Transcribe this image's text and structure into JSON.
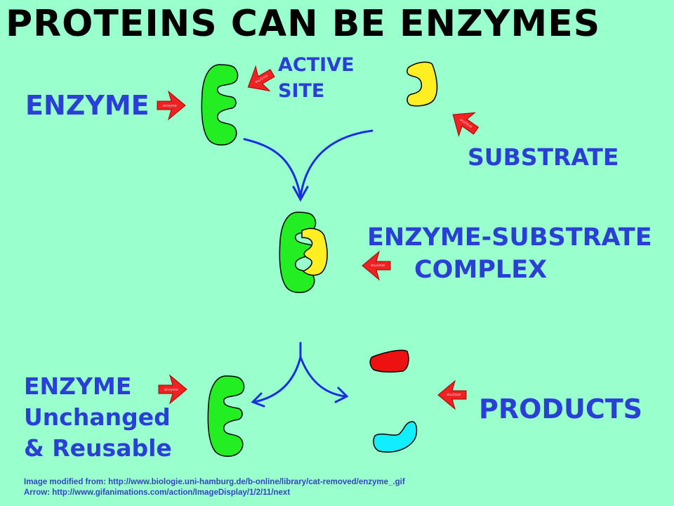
{
  "title": "PROTEINS CAN BE ENZYMES",
  "labels": {
    "enzyme": "ENZYME",
    "active_site_line1": "ACTIVE",
    "active_site_line2": "SITE",
    "substrate": "SUBSTRATE",
    "complex_line1": "ENZYME-SUBSTRATE",
    "complex_line2": "COMPLEX",
    "unchanged_line1": "ENZYME",
    "unchanged_line2": "Unchanged",
    "unchanged_line3": "& Reusable",
    "products": "PRODUCTS"
  },
  "credits": {
    "image": "Image modified from: http://www.biologie.uni-hamburg.de/b-online/library/cat-removed/enzyme_.gif",
    "arrow": "Arrow: http://www.gifanimations.com/action/ImageDisplay/1/2/11/next"
  },
  "colors": {
    "background": "#99ffcc",
    "label": "#2a3fd8",
    "enzyme": "#22ee22",
    "substrate": "#ffee22",
    "product_red": "#ee1111",
    "product_cyan": "#11eeff",
    "pointer_arrow": "#ee2222",
    "flow_arrow": "#1a2fe0"
  }
}
